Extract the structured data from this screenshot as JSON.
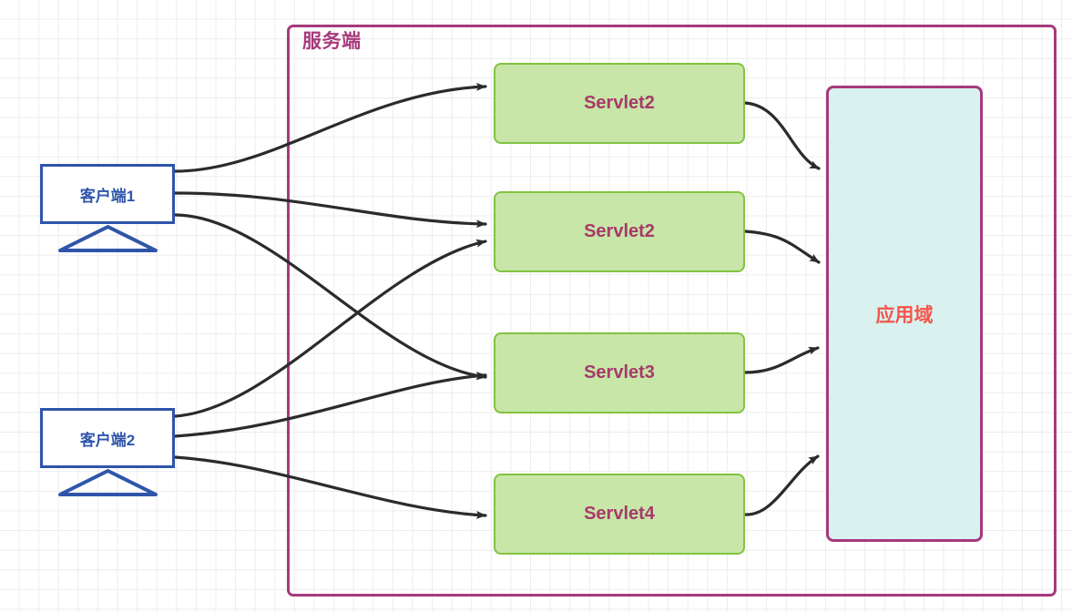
{
  "diagram": {
    "title": "服务端",
    "server_container": {
      "label": "服务端",
      "border_color": "#a63a7c"
    },
    "clients": [
      {
        "id": "client1",
        "label": "客户端1",
        "color": "#2f55ab"
      },
      {
        "id": "client2",
        "label": "客户端2",
        "color": "#2f55ab"
      }
    ],
    "servlets": [
      {
        "id": "servlet-a",
        "label": "Servlet2",
        "fill": "#c8e6a8",
        "border": "#82c341",
        "text_color": "#a63a6a"
      },
      {
        "id": "servlet-b",
        "label": "Servlet2",
        "fill": "#c8e6a8",
        "border": "#82c341",
        "text_color": "#a63a6a"
      },
      {
        "id": "servlet-c",
        "label": "Servlet3",
        "fill": "#c8e6a8",
        "border": "#82c341",
        "text_color": "#a63a6a"
      },
      {
        "id": "servlet-d",
        "label": "Servlet4",
        "fill": "#c8e6a8",
        "border": "#82c341",
        "text_color": "#a63a6a"
      }
    ],
    "app_scope": {
      "id": "app-scope",
      "label": "应用域",
      "fill": "#d9f2f0",
      "border": "#a63a7c",
      "text_color": "#f4554a"
    },
    "edges": [
      {
        "from": "client1",
        "to": "servlet-a"
      },
      {
        "from": "client1",
        "to": "servlet-b"
      },
      {
        "from": "client1",
        "to": "servlet-c"
      },
      {
        "from": "client2",
        "to": "servlet-b"
      },
      {
        "from": "client2",
        "to": "servlet-c"
      },
      {
        "from": "client2",
        "to": "servlet-d"
      },
      {
        "from": "servlet-a",
        "to": "app-scope"
      },
      {
        "from": "servlet-b",
        "to": "app-scope"
      },
      {
        "from": "servlet-c",
        "to": "app-scope"
      },
      {
        "from": "servlet-d",
        "to": "app-scope"
      }
    ],
    "edge_color": "#2b2b2b",
    "grid_color": "#ececec",
    "background_color": "#ffffff"
  }
}
